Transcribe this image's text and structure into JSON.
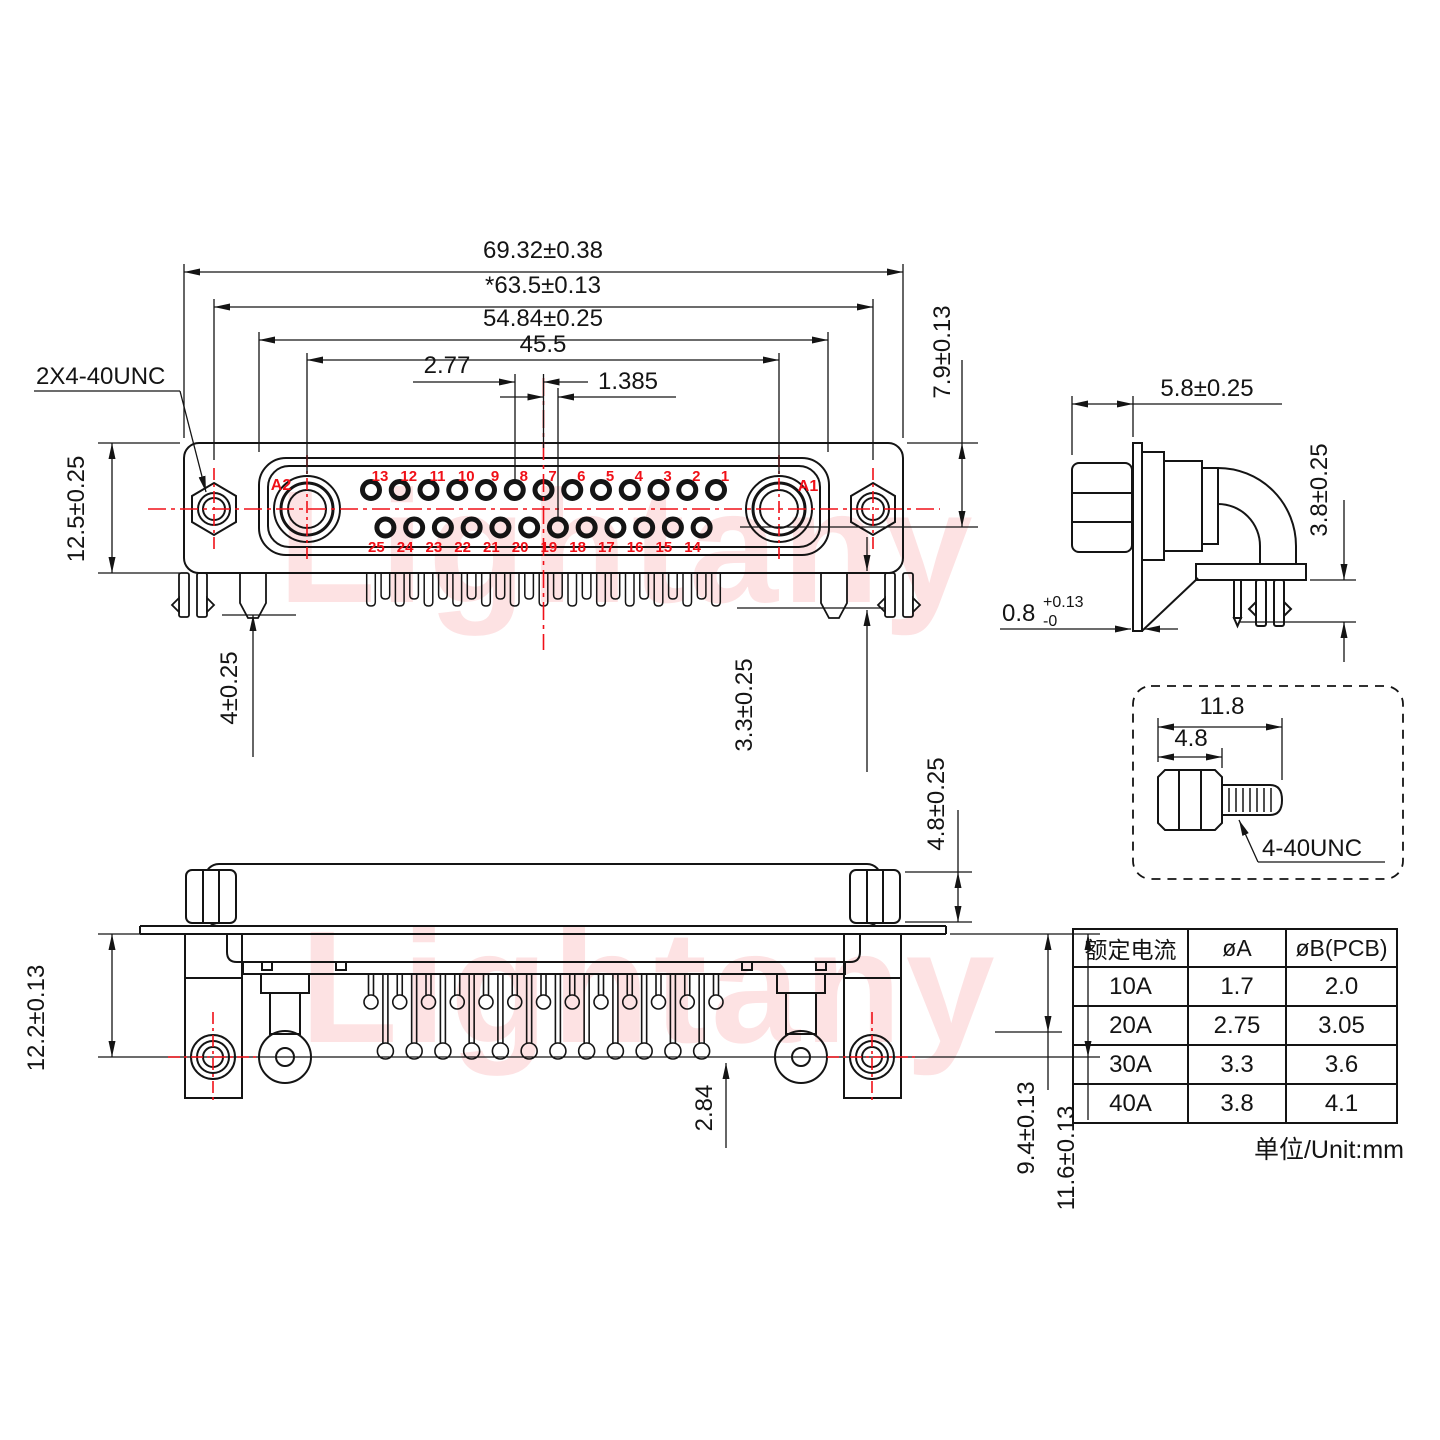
{
  "watermark": {
    "text": "Lightany",
    "color": "#ed1c24"
  },
  "colors": {
    "line": "#141414",
    "red": "#f01018"
  },
  "front_view": {
    "thread_note": "2X4-40UNC",
    "coax_labels": {
      "left": "A2",
      "right": "A1"
    },
    "pin_rows": {
      "top": [
        "13",
        "12",
        "11",
        "10",
        "9",
        "8",
        "7",
        "6",
        "5",
        "4",
        "3",
        "2",
        "1"
      ],
      "bottom": [
        "25",
        "24",
        "23",
        "22",
        "21",
        "20",
        "19",
        "18",
        "17",
        "16",
        "15",
        "14"
      ]
    },
    "dims": {
      "overall_width": "69.32±0.38",
      "mount_spacing": "*63.5±0.13",
      "insert_width": "54.84±0.25",
      "coax_spacing": "45.5",
      "pin_pitch": "2.77",
      "half_pitch": "1.385",
      "flange_height": "12.5±0.25",
      "row_offset": "7.9±0.13",
      "post_length": "4±0.25",
      "pin_length": "3.3±0.25"
    }
  },
  "side_view": {
    "dims": {
      "nut_depth": "5.8±0.25",
      "bracket_drop": "3.8±0.25",
      "plate_thickness": "0.8",
      "plate_tol_plus": "+0.13",
      "plate_tol_minus": "-0"
    }
  },
  "screw_detail": {
    "dims": {
      "overall_length": "11.8",
      "hex_length": "4.8"
    },
    "thread": "4-40UNC"
  },
  "bottom_view": {
    "dims": {
      "bracket_height": "12.2±0.13",
      "pin_offset": "2.84",
      "standoff_height": "4.8±0.25",
      "pin_depth": "9.4±0.13",
      "total_depth": "11.6±0.13"
    }
  },
  "table": {
    "headers": [
      "额定电流",
      "øA",
      "øB(PCB)"
    ],
    "rows": [
      [
        "10A",
        "1.7",
        "2.0"
      ],
      [
        "20A",
        "2.75",
        "3.05"
      ],
      [
        "30A",
        "3.3",
        "3.6"
      ],
      [
        "40A",
        "3.8",
        "4.1"
      ]
    ],
    "unit_note": "单位/Unit:mm"
  }
}
